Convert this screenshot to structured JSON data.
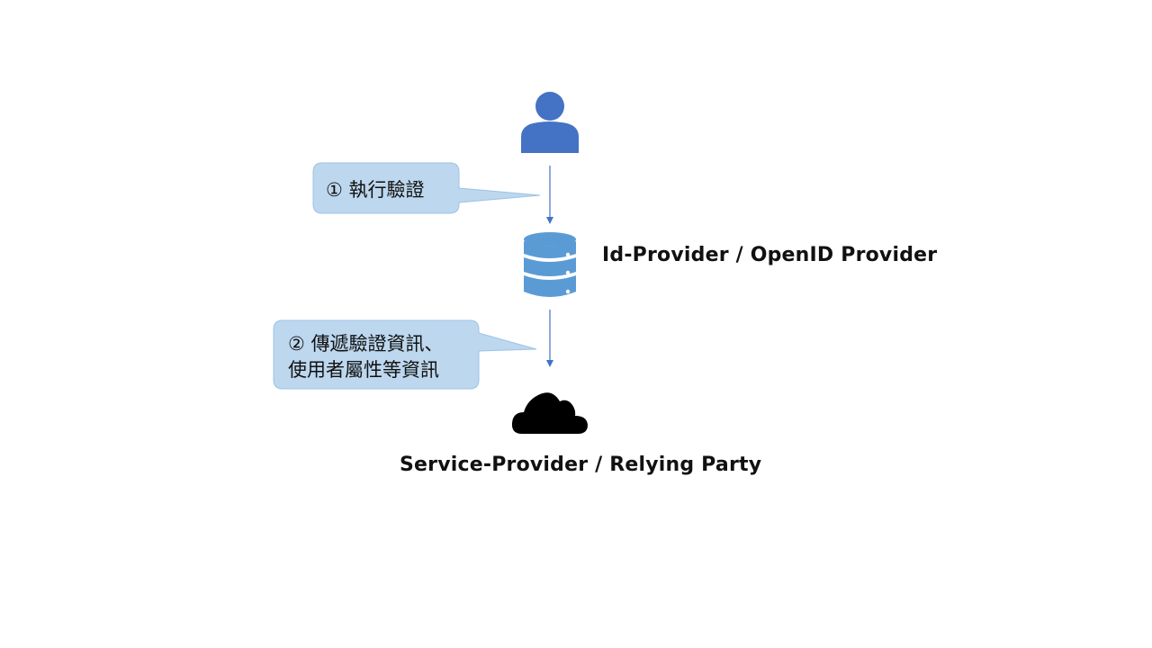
{
  "diagram": {
    "nodes": {
      "user": {
        "icon": "user-icon",
        "color": "#4472c4"
      },
      "idp": {
        "icon": "database-icon",
        "color": "#5b9bd5",
        "label": "Id-Provider / OpenID Provider"
      },
      "sp": {
        "icon": "cloud-icon",
        "color": "#000000",
        "label": "Service-Provider / Relying Party"
      }
    },
    "edges": [
      {
        "from": "user",
        "to": "idp",
        "color": "#4472c4"
      },
      {
        "from": "idp",
        "to": "sp",
        "color": "#4472c4"
      }
    ],
    "callouts": [
      {
        "line1": "① 執行驗證",
        "fill": "#bdd7ee",
        "border": "#9dc3e6"
      },
      {
        "line1": "② 傳遞驗證資訊、",
        "line2": "使用者屬性等資訊",
        "fill": "#bdd7ee",
        "border": "#9dc3e6"
      }
    ]
  }
}
